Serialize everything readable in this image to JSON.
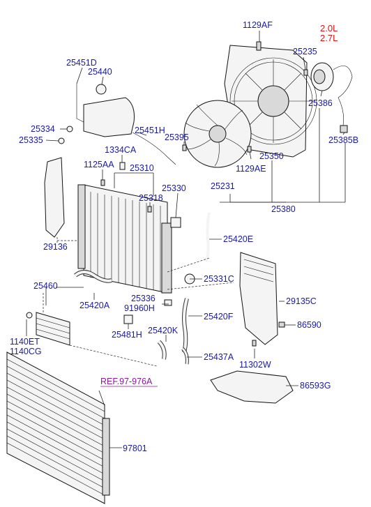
{
  "engine_labels": [
    "2.0L",
    "2.7L"
  ],
  "reference_label": "REF.97-976A",
  "colors": {
    "part_number": "#1a1aa6",
    "engine": "#e01010",
    "reference": "#8a1a9a"
  },
  "parts": {
    "p1129AF": "1129AF",
    "p25235": "25235",
    "p25451D": "25451D",
    "p25440": "25440",
    "p25386": "25386",
    "p25334": "25334",
    "p25451H": "25451H",
    "p25335": "25335",
    "p25395": "25395",
    "p25385B": "25385B",
    "p1334CA": "1334CA",
    "p25350": "25350",
    "p1125AA": "1125AA",
    "p25310": "25310",
    "p1129AE": "1129AE",
    "p25330": "25330",
    "p25231": "25231",
    "p25318": "25318",
    "p25380": "25380",
    "p25420E": "25420E",
    "p29136": "29136",
    "p25460": "25460",
    "p25331C": "25331C",
    "p29135C": "29135C",
    "p25420A": "25420A",
    "p25336": "25336",
    "p91960H": "91960H",
    "p25420F": "25420F",
    "p86590": "86590",
    "p25420K": "25420K",
    "p25481H": "25481H",
    "p1140ET": "1140ET",
    "p1140CG": "1140CG",
    "p25437A": "25437A",
    "p11302W": "11302W",
    "p86593G": "86593G",
    "p97801": "97801"
  }
}
